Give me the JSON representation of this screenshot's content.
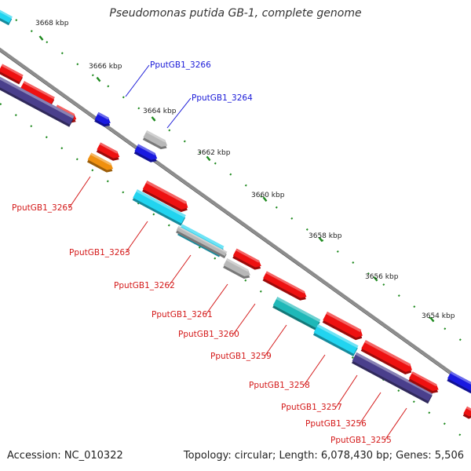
{
  "title": "Pseudomonas putida GB-1, complete genome",
  "accession": "Accession: NC_010322",
  "topology": "Topology: circular; Length: 6,078,430 bp; Genes: 5,506",
  "colors": {
    "background": "#ffffff",
    "backbone": "#8c8c8c",
    "tick": "#1f8a1f",
    "label_forward": "#1a1ad8",
    "label_reverse": "#d41a1a",
    "cds_red": "#ee1111",
    "cds_blue": "#1a1ae0",
    "cds_cyan": "#22d4f0",
    "cds_teal": "#1fb8b8",
    "cds_gray": "#b8b8b8",
    "cds_orange": "#f0900f",
    "cds_navy": "#4a3f8c"
  },
  "scale_labels": [
    "3668 kbp",
    "3666 kbp",
    "3664 kbp",
    "3662 kbp",
    "3660 kbp",
    "3658 kbp",
    "3656 kbp",
    "3654 kbp"
  ],
  "gene_labels": [
    {
      "name": "PputGB1_3266",
      "strand": "forward"
    },
    {
      "name": "PputGB1_3264",
      "strand": "forward"
    },
    {
      "name": "PputGB1_3265",
      "strand": "reverse"
    },
    {
      "name": "PputGB1_3263",
      "strand": "reverse"
    },
    {
      "name": "PputGB1_3262",
      "strand": "reverse"
    },
    {
      "name": "PputGB1_3261",
      "strand": "reverse"
    },
    {
      "name": "PputGB1_3260",
      "strand": "reverse"
    },
    {
      "name": "PputGB1_3259",
      "strand": "reverse"
    },
    {
      "name": "PputGB1_3258",
      "strand": "reverse"
    },
    {
      "name": "PputGB1_3257",
      "strand": "reverse"
    },
    {
      "name": "PputGB1_3256",
      "strand": "reverse"
    },
    {
      "name": "PputGB1_3255",
      "strand": "reverse"
    }
  ]
}
